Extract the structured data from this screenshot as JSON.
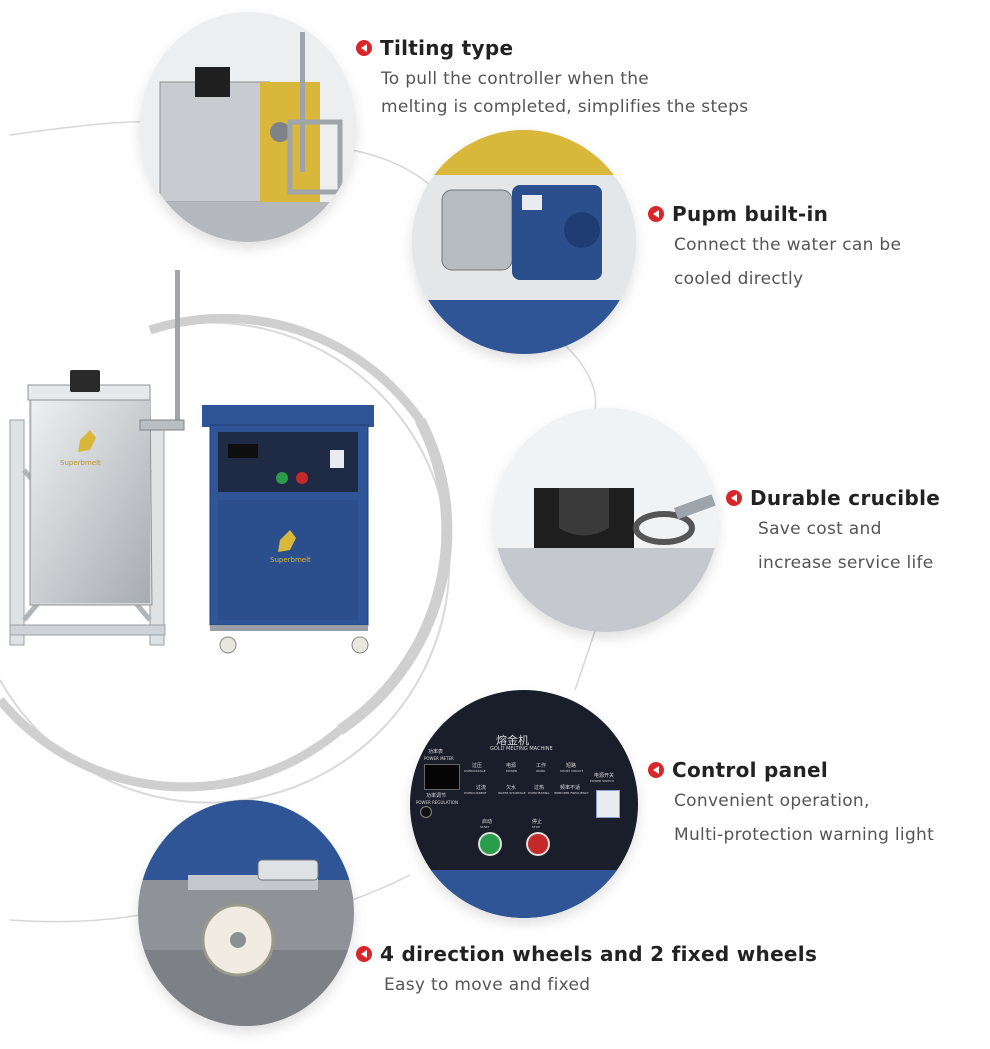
{
  "features": [
    {
      "title": "Tilting type",
      "desc": [
        "To pull the controller when the",
        "melting is completed, simplifies the steps"
      ]
    },
    {
      "title": "Pupm built-in",
      "desc": [
        "Connect the water can be",
        "cooled directly"
      ]
    },
    {
      "title": "Durable crucible",
      "desc": [
        "Save cost and",
        "increase service life"
      ]
    },
    {
      "title": "Control panel",
      "desc": [
        "Convenient operation,",
        "Multi-protection warning light"
      ]
    },
    {
      "title": "4 direction wheels and 2 fixed wheels",
      "desc": [
        "Easy to move and fixed"
      ]
    }
  ],
  "panel": {
    "title_cn": "熔金机",
    "title_en": "GOLD MELTING MACHINE",
    "power_meter_cn": "功率表",
    "power_meter_en": "POWER METER",
    "power_reg_cn": "功率调节",
    "power_reg_en": "POWER REGULATION",
    "overvoltage_cn": "过压",
    "overvoltage_en": "OVERVOLTAGE",
    "power_cn": "电源",
    "power_en": "POWER",
    "work_cn": "工作",
    "work_en": "WORK",
    "short_cn": "短路",
    "short_en": "SHORT CIRCUIT",
    "overcurrent_cn": "过流",
    "overcurrent_en": "OVERCURRENT",
    "water_cn": "欠水",
    "water_en": "WATER SHORTAGE",
    "overheat_cn": "过热",
    "overheat_en": "OVERHEATING",
    "freq_cn": "频率不适",
    "freq_en": "IMPROPER FREQUENCY",
    "switch_cn": "电源开关",
    "switch_en": "POWER SWITCH",
    "start_cn": "启动",
    "start_en": "START",
    "stop_cn": "停止",
    "stop_en": "STOP"
  },
  "brand": "Superbmelt",
  "colors": {
    "accent": "#d8262b",
    "cabinet_blue": "#2f5597",
    "steel": "#c9ccd0",
    "yellow": "#d9b73a"
  }
}
